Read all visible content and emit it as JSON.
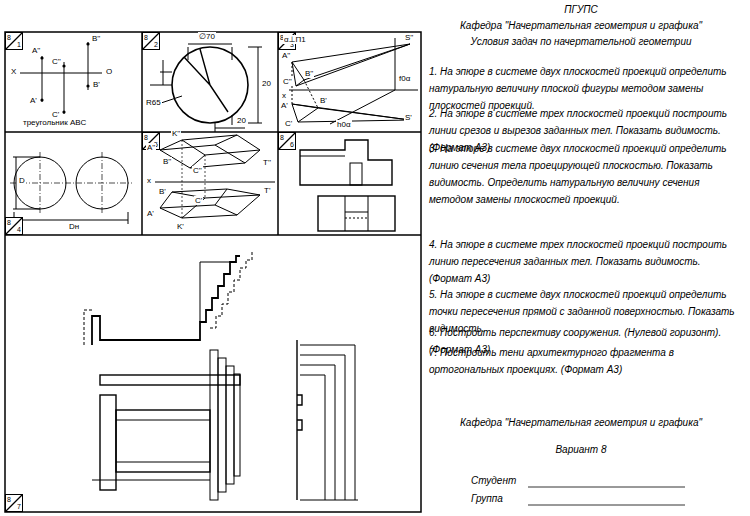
{
  "diagram": {
    "title": "ПГУПС",
    "nodes": [
      {
        "text": [
          "8",
          "1"
        ]
      },
      {
        "text": [
          "8",
          "2"
        ]
      },
      {
        "text": [
          "8",
          "3"
        ]
      },
      {
        "text": [
          "8",
          "4"
        ]
      },
      {
        "text": [
          "8",
          "5"
        ]
      },
      {
        "text": [
          "8",
          "6"
        ]
      },
      {
        "text": [
          "8",
          "7"
        ]
      }
    ],
    "labels": [
      "Кафедра \"Начертательная геометрия и графика\"",
      "Условия задач по начертательной геометрии",
      "1. На эпюре в системе двух плоскостей проекций определить натуральную величину плоской фигуры методом замены плоскостей проекций.",
      "2. На эпюре в системе трех плоскостей проекций построить линии срезов и вырезов заданных тел. Показать видимость. (Формат А3)",
      "3. На эпюре в системе двух плоскостей проекций определить линию сечения тела проецирующей плоскостью. Показать видимость. Определить натуральную величину сечения методом замены плоскостей проекций.",
      "4. На эпюре в системе трех плоскостей проекций построить линию пересечения заданных тел. Показать видимость. (Формат А3)",
      "5. На эпюре в системе двух плоскостей проекций определить точки пересечения прямой с заданной поверхностью. Показать видимость.",
      "6. Построить перспективу сооружения. (Нулевой горизонт). (Формат А3)",
      "7. Построить тени архитектурного фрагмента в ортогональных проекциях. (Формат А3)",
      "Кафедра \"Начертательная геометрия и графика\"",
      "Вариант 8",
      "Студент",
      "Группа",
      "A''",
      "B''",
      "C''",
      "X",
      "O",
      "A'",
      "B'",
      "C'",
      "треугольник ABC",
      "∅70",
      "R65",
      "20",
      "20",
      "α⊥П1",
      "S''",
      "f0α",
      "A''",
      "B''",
      "C''",
      "x",
      "A'",
      "B'",
      "C'",
      "h0α",
      "S'",
      "D",
      "Dн",
      "A''",
      "K''",
      "B''",
      "C''",
      "T''",
      "x",
      "A'",
      "K'",
      "B'",
      "C'",
      "T'"
    ]
  }
}
